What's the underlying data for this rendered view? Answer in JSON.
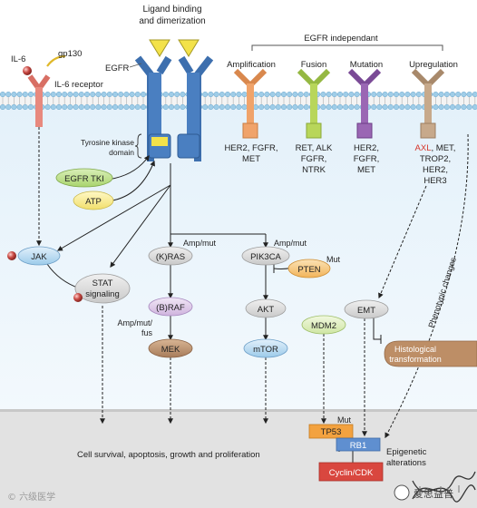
{
  "header": {
    "ligand_title_line1": "Ligand binding",
    "ligand_title_line2": "and dimerization",
    "egfr_independent": "EGFR independant"
  },
  "labels": {
    "il6": "IL-6",
    "gp130": "gp130",
    "il6_receptor": "IL-6 receptor",
    "egfr": "EGFR",
    "tk_domain_line1": "Tyrosine kinase",
    "tk_domain_line2": "domain"
  },
  "categories": {
    "amplification": "Amplification",
    "fusion": "Fusion",
    "mutation": "Mutation",
    "upregulation": "Upregulation"
  },
  "receptor_targets": {
    "amplification": [
      "HER2, FGFR,",
      "MET"
    ],
    "fusion": [
      "RET, ALK",
      "FGFR,",
      "NTRK"
    ],
    "mutation": [
      "HER2,",
      "FGFR,",
      "MET"
    ],
    "upregulation_axl": "AXL",
    "upregulation_line1_rest": ", MET,",
    "upregulation_rest": [
      "TROP2,",
      "HER2,",
      "HER3"
    ]
  },
  "nodes": {
    "egfr_tki": "EGFR TKI",
    "atp": "ATP",
    "jak": "JAK",
    "stat_line1": "STAT",
    "stat_line2": "signaling",
    "kras": "(K)RAS",
    "braf": "(B)RAF",
    "mek": "MEK",
    "pik3ca": "PIK3CA",
    "pten": "PTEN",
    "akt": "AKT",
    "mtor": "mTOR",
    "mdm2": "MDM2",
    "emt": "EMT",
    "histo_line1": "Histological",
    "histo_line2": "transformation",
    "tp53": "TP53",
    "rb1": "RB1",
    "cyclin": "Cyclin/CDK"
  },
  "annotations": {
    "amp_mut_ras": "Amp/mut",
    "amp_mut_pik": "Amp/mut",
    "mut_pten": "Mut",
    "amp_mut_fus_line1": "Amp/mut/",
    "amp_mut_fus_line2": "fus",
    "mut_tp53": "Mut",
    "phenotypic": "Phenotypic changes"
  },
  "footer": {
    "outcome": "Cell survival, apoptosis, growth and proliferation",
    "epigenetic_line1": "Epigenetic",
    "epigenetic_line2": "alterations"
  },
  "watermark": {
    "left": "© 六级医学",
    "right": "爱思益普"
  },
  "colors": {
    "egfr_blue": "#4a7fc1",
    "ligand_yellow": "#f3e24a",
    "amplification": "#f0a36a",
    "fusion": "#b8d65a",
    "mutation": "#9a67b4",
    "upregulation": "#c7a98b",
    "il6_receptor": "#e8897e",
    "axl_red": "#d6362a",
    "cytoplasm": "#eef6fc",
    "nucleus": "#e1e1e1",
    "histo_brown": "#bd8e66",
    "tp53_orange": "#f3a23f",
    "rb1_blue": "#5f8fd0",
    "cyclin_red": "#d9473f"
  }
}
